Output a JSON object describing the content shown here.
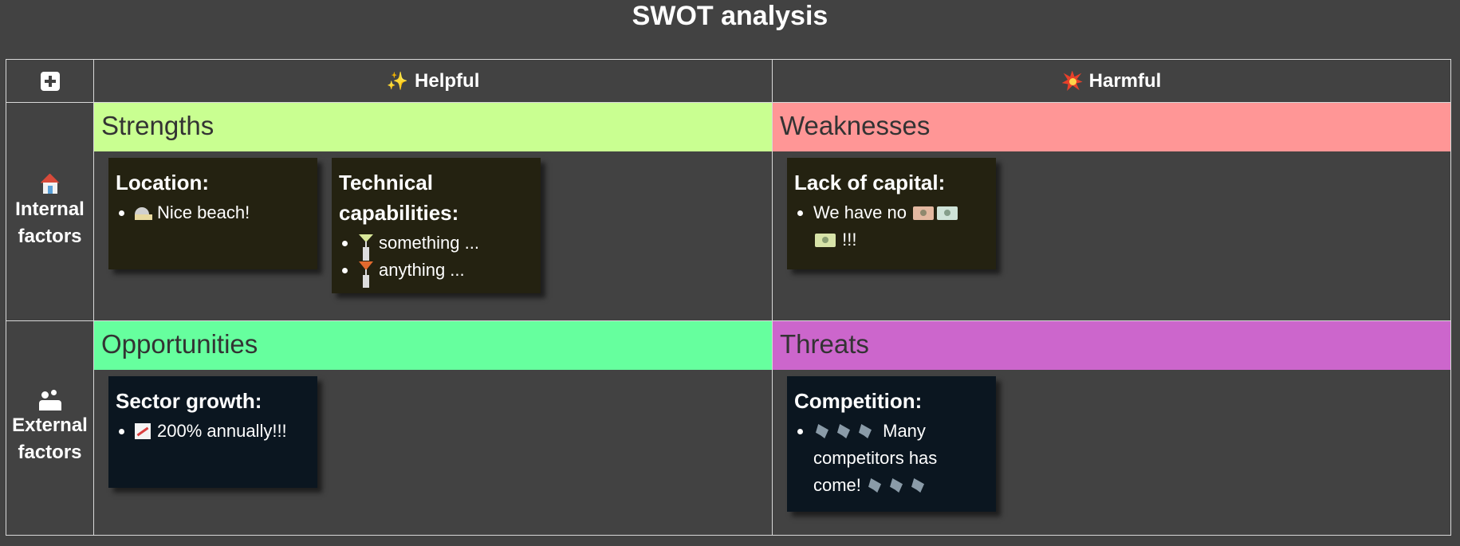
{
  "title": "SWOT analysis",
  "columns": {
    "helpful": "Helpful",
    "harmful": "Harmful"
  },
  "rows": {
    "internal_line1": "Internal",
    "internal_line2": "factors",
    "external_line1": "External",
    "external_line2": "factors"
  },
  "quadrants": {
    "strengths": {
      "title": "Strengths",
      "color": "#c9ff91",
      "notes": [
        {
          "title": "Location:",
          "items": [
            "Nice beach!"
          ]
        },
        {
          "title": "Technical capabilities:",
          "items": [
            "something ...",
            "anything ..."
          ]
        }
      ]
    },
    "weaknesses": {
      "title": "Weaknesses",
      "color": "#ff9696",
      "notes": [
        {
          "title": "Lack of capital:",
          "items": [
            "We have no",
            "!!!"
          ]
        }
      ]
    },
    "opportunities": {
      "title": "Opportunities",
      "color": "#66ff9e",
      "notes": [
        {
          "title": "Sector growth:",
          "items": [
            "200% annually!!!"
          ]
        }
      ]
    },
    "threats": {
      "title": "Threats",
      "color": "#cc66cc",
      "notes": [
        {
          "title": "Competition:",
          "items": [
            "Many competitors has come!"
          ]
        }
      ]
    }
  },
  "icons": {
    "add": "add-icon",
    "helpful": "sparkles-icon",
    "harmful": "collision-icon",
    "internal": "house-icon",
    "external": "people-icon"
  },
  "colors": {
    "background": "#424242",
    "grid_line": "#d8d8d8",
    "internal_note": "#242211",
    "external_note": "#0b1620"
  }
}
